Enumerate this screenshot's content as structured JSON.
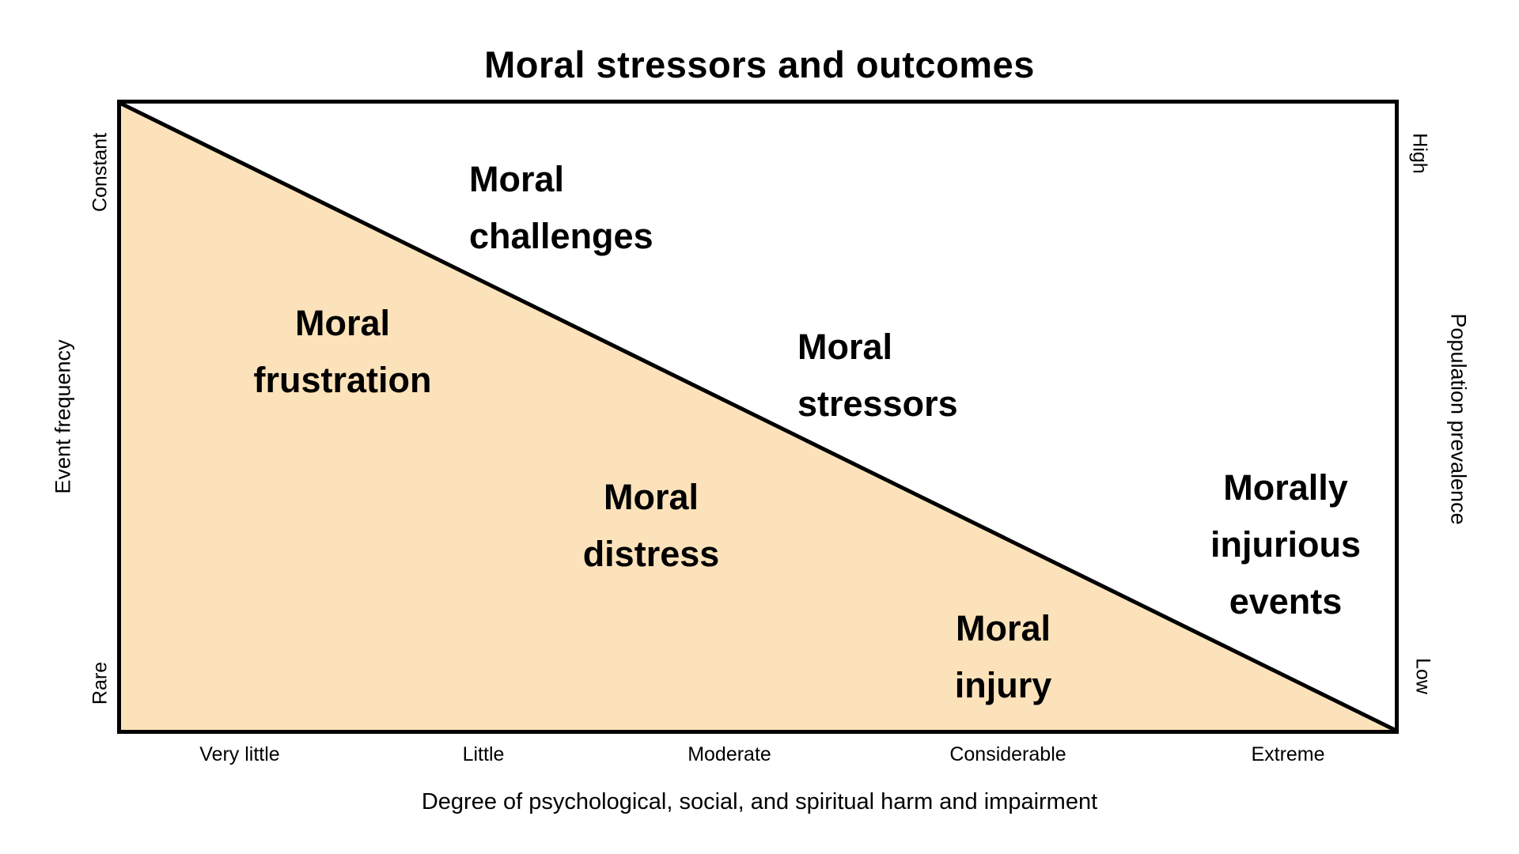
{
  "title": "Moral stressors and outcomes",
  "colors": {
    "fill": "#FCE2BA",
    "line": "#000000"
  },
  "zones": {
    "challenges": {
      "label": "Moral\nchallenges"
    },
    "frustration": {
      "label": "Moral\nfrustration"
    },
    "stressors": {
      "label": "Moral\nstressors"
    },
    "distress": {
      "label": "Moral\ndistress"
    },
    "injury": {
      "label": "Moral\ninjury"
    },
    "injurious_events": {
      "label": "Morally\ninjurious\nevents"
    }
  },
  "axes": {
    "x": {
      "title": "Degree of psychological, social, and spiritual harm and impairment",
      "ticks": [
        "Very little",
        "Little",
        "Moderate",
        "Considerable",
        "Extreme"
      ]
    },
    "y_left": {
      "title": "Event frequency",
      "top": "Constant",
      "bottom": "Rare"
    },
    "y_right": {
      "title": "Population prevalence",
      "top": "High",
      "bottom": "Low"
    }
  }
}
